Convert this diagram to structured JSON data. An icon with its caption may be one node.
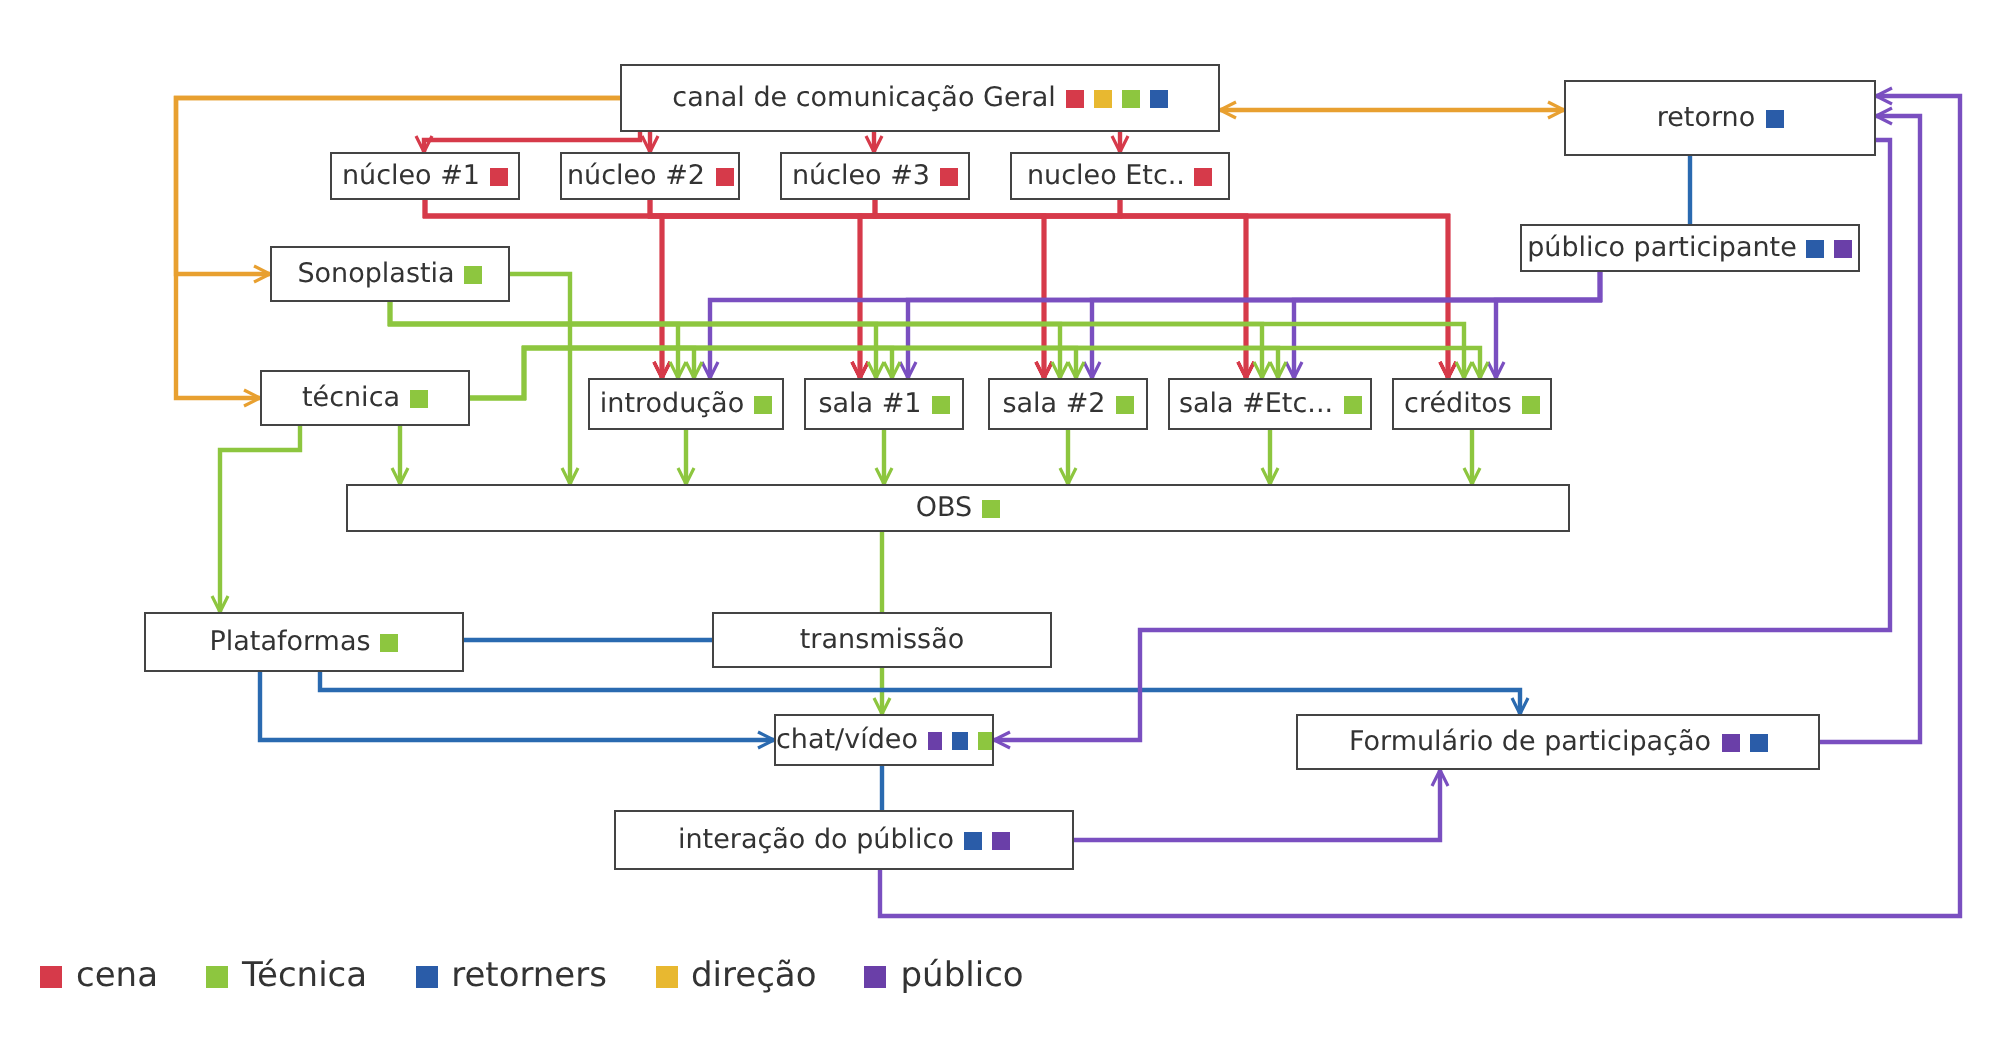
{
  "diagram": {
    "nodes": [
      {
        "text": [
          "canal de comunicação Geral"
        ]
      },
      {
        "text": [
          "retorno"
        ]
      },
      {
        "text": [
          "núcleo #1"
        ]
      },
      {
        "text": [
          "núcleo #2"
        ]
      },
      {
        "text": [
          "núcleo #3"
        ]
      },
      {
        "text": [
          "nucleo Etc.."
        ]
      },
      {
        "text": [
          "Sonoplastia"
        ]
      },
      {
        "text": [
          "público participante"
        ]
      },
      {
        "text": [
          "técnica"
        ]
      },
      {
        "text": [
          "introdução"
        ]
      },
      {
        "text": [
          "sala #1"
        ]
      },
      {
        "text": [
          "sala #2"
        ]
      },
      {
        "text": [
          "sala #Etc..."
        ]
      },
      {
        "text": [
          "créditos"
        ]
      },
      {
        "text": [
          "OBS"
        ]
      },
      {
        "text": [
          "Plataformas"
        ]
      },
      {
        "text": [
          "transmissão"
        ]
      },
      {
        "text": [
          "chat/vídeo"
        ]
      },
      {
        "text": [
          "Formulário de participação"
        ]
      },
      {
        "text": [
          "interação do público"
        ]
      }
    ],
    "edges": [
      {
        "from": 0,
        "to": 1,
        "arrow": "both",
        "color": "#e8a030"
      },
      {
        "from": 0,
        "to": 2,
        "arrow": "to",
        "color": "#d63a4a"
      },
      {
        "from": 0,
        "to": 3,
        "arrow": "to",
        "color": "#d63a4a"
      },
      {
        "from": 0,
        "to": 4,
        "arrow": "to",
        "color": "#d63a4a"
      },
      {
        "from": 0,
        "to": 5,
        "arrow": "to",
        "color": "#d63a4a"
      },
      {
        "from": 0,
        "to": 6,
        "arrow": "to",
        "color": "#e8a030"
      },
      {
        "from": 0,
        "to": 8,
        "arrow": "to",
        "color": "#e8a030"
      },
      {
        "from": 1,
        "to": 7,
        "arrow": "none",
        "color": "#2a6ab0"
      },
      {
        "from": 2,
        "to": 9,
        "arrow": "to",
        "color": "#d63a4a"
      },
      {
        "from": 2,
        "to": 10,
        "arrow": "to",
        "color": "#d63a4a"
      },
      {
        "from": 2,
        "to": 11,
        "arrow": "to",
        "color": "#d63a4a"
      },
      {
        "from": 2,
        "to": 12,
        "arrow": "to",
        "color": "#d63a4a"
      },
      {
        "from": 2,
        "to": 13,
        "arrow": "to",
        "color": "#d63a4a"
      },
      {
        "from": 3,
        "to": 9,
        "arrow": "to",
        "color": "#d63a4a"
      },
      {
        "from": 3,
        "to": 10,
        "arrow": "to",
        "color": "#d63a4a"
      },
      {
        "from": 3,
        "to": 11,
        "arrow": "to",
        "color": "#d63a4a"
      },
      {
        "from": 3,
        "to": 12,
        "arrow": "to",
        "color": "#d63a4a"
      },
      {
        "from": 3,
        "to": 13,
        "arrow": "to",
        "color": "#d63a4a"
      },
      {
        "from": 4,
        "to": 9,
        "arrow": "to",
        "color": "#d63a4a"
      },
      {
        "from": 4,
        "to": 10,
        "arrow": "to",
        "color": "#d63a4a"
      },
      {
        "from": 4,
        "to": 11,
        "arrow": "to",
        "color": "#d63a4a"
      },
      {
        "from": 4,
        "to": 12,
        "arrow": "to",
        "color": "#d63a4a"
      },
      {
        "from": 4,
        "to": 13,
        "arrow": "to",
        "color": "#d63a4a"
      },
      {
        "from": 5,
        "to": 9,
        "arrow": "to",
        "color": "#d63a4a"
      },
      {
        "from": 5,
        "to": 10,
        "arrow": "to",
        "color": "#d63a4a"
      },
      {
        "from": 5,
        "to": 11,
        "arrow": "to",
        "color": "#d63a4a"
      },
      {
        "from": 5,
        "to": 12,
        "arrow": "to",
        "color": "#d63a4a"
      },
      {
        "from": 5,
        "to": 13,
        "arrow": "to",
        "color": "#d63a4a"
      },
      {
        "from": 7,
        "to": 9,
        "arrow": "to",
        "color": "#7a4fc0"
      },
      {
        "from": 7,
        "to": 10,
        "arrow": "to",
        "color": "#7a4fc0"
      },
      {
        "from": 7,
        "to": 11,
        "arrow": "to",
        "color": "#7a4fc0"
      },
      {
        "from": 7,
        "to": 12,
        "arrow": "to",
        "color": "#7a4fc0"
      },
      {
        "from": 7,
        "to": 13,
        "arrow": "to",
        "color": "#7a4fc0"
      },
      {
        "from": 6,
        "to": 9,
        "arrow": "to",
        "color": "#8dc63f"
      },
      {
        "from": 6,
        "to": 10,
        "arrow": "to",
        "color": "#8dc63f"
      },
      {
        "from": 6,
        "to": 11,
        "arrow": "to",
        "color": "#8dc63f"
      },
      {
        "from": 6,
        "to": 12,
        "arrow": "to",
        "color": "#8dc63f"
      },
      {
        "from": 6,
        "to": 13,
        "arrow": "to",
        "color": "#8dc63f"
      },
      {
        "from": 8,
        "to": 9,
        "arrow": "to",
        "color": "#8dc63f"
      },
      {
        "from": 8,
        "to": 10,
        "arrow": "to",
        "color": "#8dc63f"
      },
      {
        "from": 8,
        "to": 11,
        "arrow": "to",
        "color": "#8dc63f"
      },
      {
        "from": 8,
        "to": 12,
        "arrow": "to",
        "color": "#8dc63f"
      },
      {
        "from": 8,
        "to": 13,
        "arrow": "to",
        "color": "#8dc63f"
      },
      {
        "from": 6,
        "to": 14,
        "arrow": "to",
        "color": "#8dc63f"
      },
      {
        "from": 8,
        "to": 14,
        "arrow": "to",
        "color": "#8dc63f"
      },
      {
        "from": 9,
        "to": 14,
        "arrow": "to",
        "color": "#8dc63f"
      },
      {
        "from": 10,
        "to": 14,
        "arrow": "to",
        "color": "#8dc63f"
      },
      {
        "from": 11,
        "to": 14,
        "arrow": "to",
        "color": "#8dc63f"
      },
      {
        "from": 12,
        "to": 14,
        "arrow": "to",
        "color": "#8dc63f"
      },
      {
        "from": 13,
        "to": 14,
        "arrow": "to",
        "color": "#8dc63f"
      },
      {
        "from": 8,
        "to": 15,
        "arrow": "to",
        "color": "#8dc63f"
      },
      {
        "from": 14,
        "to": 16,
        "arrow": "none",
        "color": "#8dc63f"
      },
      {
        "from": 16,
        "to": 15,
        "arrow": "none",
        "color": "#2a6ab0"
      },
      {
        "from": 16,
        "to": 17,
        "arrow": "to",
        "color": "#8dc63f"
      },
      {
        "from": 15,
        "to": 17,
        "arrow": "to",
        "color": "#2a6ab0"
      },
      {
        "from": 15,
        "to": 18,
        "arrow": "to",
        "color": "#2a6ab0"
      },
      {
        "from": 1,
        "to": 17,
        "arrow": "to",
        "color": "#7a4fc0"
      },
      {
        "from": 17,
        "to": 19,
        "arrow": "none",
        "color": "#2a6ab0"
      },
      {
        "from": 19,
        "to": 18,
        "arrow": "to",
        "color": "#7a4fc0"
      },
      {
        "from": 18,
        "to": 1,
        "arrow": "to",
        "color": "#7a4fc0"
      },
      {
        "from": 19,
        "to": 1,
        "arrow": "to",
        "color": "#7a4fc0"
      }
    ],
    "legend": [
      {
        "text": "cena",
        "color": "#d63a4a"
      },
      {
        "text": "Técnica",
        "color": "#8dc63f"
      },
      {
        "text": "retorners",
        "color": "#2a5ca8"
      },
      {
        "text": "direção",
        "color": "#e8b830"
      },
      {
        "text": "público",
        "color": "#6a3fa8"
      }
    ]
  }
}
